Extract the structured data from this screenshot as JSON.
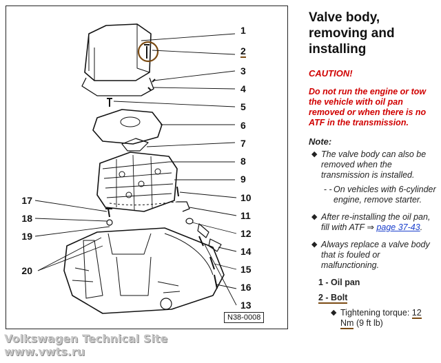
{
  "page": {
    "title": "Valve body, removing and installing"
  },
  "caution": {
    "title": "CAUTION!",
    "text": "Do not run the engine or tow the vehicle with oil pan removed or when there is no ATF in the transmission."
  },
  "note": {
    "title": "Note:",
    "bullet1": "The valve body can also be removed when the transmission is installed.",
    "sub_dash": "- -",
    "sub1": "On vehicles with 6-cylinder engine, remove starter.",
    "bullet2_text": "After re-installing the oil pan, fill with ATF",
    "bullet2_arrow": "⇒",
    "bullet2_link": "page 37-43",
    "bullet2_end": ".",
    "bullet3": "Always replace a valve body that is fouled or malfunctioning."
  },
  "legend": {
    "item1": "1 - Oil pan",
    "item2": "2 - Bolt",
    "torque_label": "Tightening torque:",
    "torque_value": "12",
    "torque_unit": "Nm",
    "torque_imperial": "(9 ft lb)"
  },
  "diagram": {
    "figure_code": "N38-0008",
    "callouts_right": [
      "1",
      "2",
      "3",
      "4",
      "5",
      "6",
      "7",
      "8",
      "9",
      "10",
      "11",
      "12",
      "14",
      "15",
      "16",
      "13"
    ],
    "callouts_left": [
      "17",
      "18",
      "19",
      "20"
    ]
  },
  "watermark": {
    "line1": "Volkswagen Technical Site",
    "line2": "www.vwts.ru"
  },
  "colors": {
    "caution": "#d00000",
    "link": "#1a3fcc",
    "annotation": "#7a4a12"
  }
}
